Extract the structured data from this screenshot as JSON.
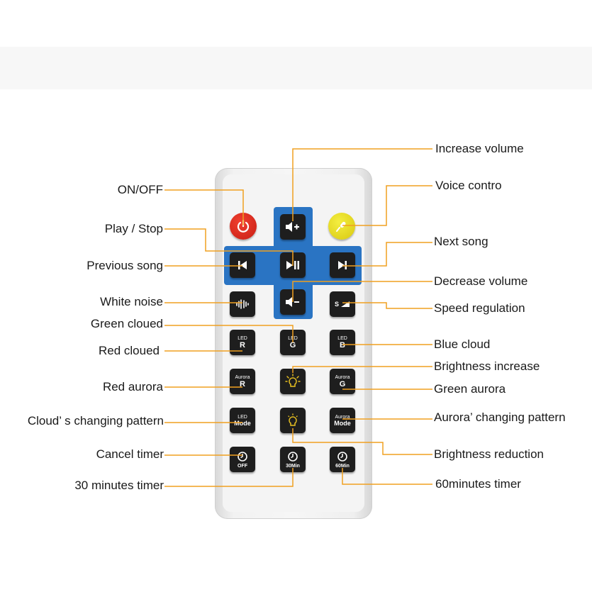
{
  "accent_color": "#f0a020",
  "dpad_color": "#2a74c3",
  "labels": {
    "increase_volume": "Increase volume",
    "voice_control": "Voice contro",
    "on_off": "ON/OFF",
    "play_stop": "Play / Stop",
    "next_song": "Next song",
    "previous_song": "Previous song",
    "decrease_volume": "Decrease volume",
    "white_noise": "White noise",
    "speed_regulation": "Speed regulation",
    "green_cloued": "Green cloued",
    "red_cloued": "Red cloued",
    "blue_cloud": "Blue cloud",
    "brightness_increase": "Brightness increase",
    "red_aurora": "Red aurora",
    "green_aurora": "Green aurora",
    "clouds_changing_pattern": "Cloud’ s changing pattern",
    "auroras_changing_pattern": "Aurora’ changing pattern",
    "cancel_timer": "Cancel timer",
    "brightness_reduction": "Brightness reduction",
    "timer_30": "30 minutes timer",
    "timer_60": "60minutes timer"
  },
  "keys": {
    "led_r": {
      "top": "LED",
      "bottom": "R"
    },
    "led_g": {
      "top": "LED",
      "bottom": "G"
    },
    "led_b": {
      "top": "LED",
      "bottom": "B"
    },
    "aurora_r": {
      "top": "Aurora",
      "bottom": "R"
    },
    "aurora_g": {
      "top": "Aurora",
      "bottom": "G"
    },
    "led_mode": {
      "top": "LED",
      "bottom": "Mode"
    },
    "aurora_mode": {
      "top": "Aurora",
      "bottom": "Mode"
    },
    "timer_off": "OFF",
    "timer_30": "30Min",
    "timer_60": "60Min",
    "speed": "S"
  },
  "icons": [
    "power-icon",
    "microphone-icon",
    "volume-up-icon",
    "volume-down-icon",
    "previous-icon",
    "play-pause-icon",
    "next-icon",
    "white-noise-icon",
    "speed-icon",
    "bulb-bright-icon",
    "bulb-dim-icon",
    "clock-icon"
  ]
}
